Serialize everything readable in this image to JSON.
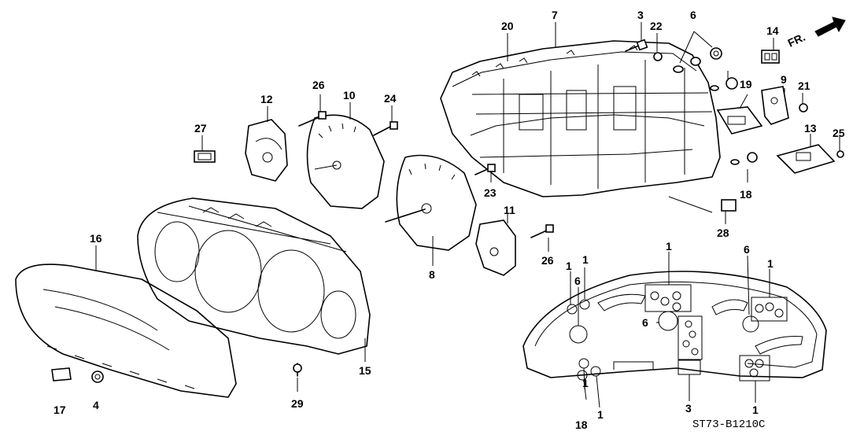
{
  "diagram": {
    "code": "ST73-B1210C",
    "direction_label": "FR.",
    "callouts": {
      "p20": "20",
      "p7": "7",
      "p3": "3",
      "p22": "22",
      "p6a": "6",
      "p14": "14",
      "p9": "9",
      "p19": "19",
      "p21": "21",
      "p13": "13",
      "p25": "25",
      "p18a": "18",
      "p28": "28",
      "p26a": "26",
      "p10": "10",
      "p24": "24",
      "p12": "12",
      "p27": "27",
      "p23": "23",
      "p11": "11",
      "p26b": "26",
      "p8": "8",
      "p16": "16",
      "p15": "15",
      "p17": "17",
      "p4": "4",
      "p29": "29",
      "b1a": "1",
      "b1b": "1",
      "b1c": "1",
      "b1d": "1",
      "b6a": "6",
      "b6b": "6",
      "b6c": "6",
      "b1e": "1",
      "b1f": "1",
      "b18": "18",
      "b3": "3",
      "b1g": "1"
    }
  }
}
